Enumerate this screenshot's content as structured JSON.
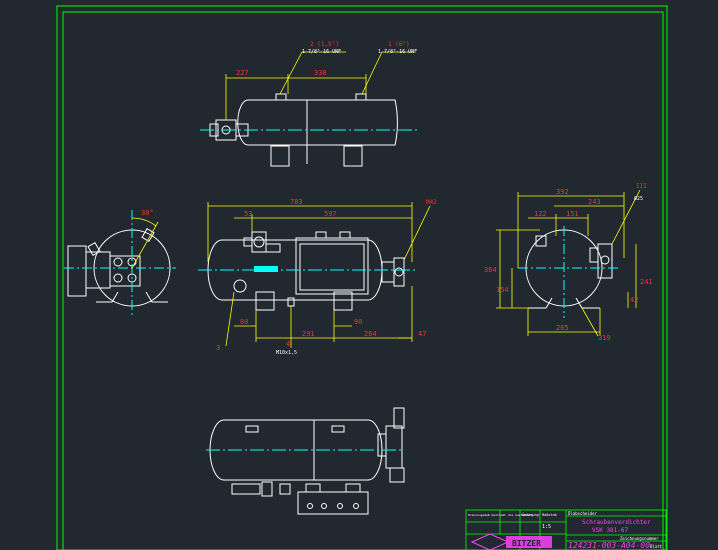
{
  "colors": {
    "background": "#212830",
    "outline": "#ffffff",
    "border": "#00ff00",
    "dimension": "#ffff00",
    "dim_text": "#ff3030",
    "centerline": "#00ffff",
    "title_text": "#ff40ff",
    "logo": "#ff40ff"
  },
  "top_view": {
    "connection_2_label": "2 (1,5\")",
    "connection_2_thread": "1 7/8\"-16 UNF",
    "connection_1_label": "1 (6\")",
    "connection_1_thread": "1 7/8\"-16 UNF",
    "dim_left": "227",
    "dim_between": "338"
  },
  "left_view": {
    "angle": "30°"
  },
  "front_view": {
    "dim_overall": "783",
    "dim_a": "53",
    "dim_b": "597",
    "dim_bottom_1": "80",
    "dim_bottom_2": "291",
    "dim_bottom_3": "90",
    "dim_bottom_4": "264",
    "dim_bottom_5": "47",
    "label_3": "3",
    "label_4": "4",
    "thread_4": "M10x1,5",
    "label_m42": "M42"
  },
  "right_view": {
    "dim_overall": "392",
    "dim_a": "243",
    "dim_b": "122",
    "dim_c": "151",
    "dim_height": "364",
    "dim_height2": "154",
    "dim_right": "241",
    "dim_right2": "42",
    "dim_bottom": "265",
    "dim_bottom2": "319",
    "dia_label": "Ø25",
    "label_top": "III"
  },
  "title_block": {
    "title_header": "Ölabscheider",
    "title_line1": "Schraubenverdichter",
    "title_line2": "VSK 381-67",
    "sub_header": "Zeichnungsnummer",
    "drawing_number": "124231-003-A04-00",
    "sheet_label": "Blatt",
    "revision_label": "Änderung",
    "scale_label": "Maßstab",
    "scale_value": "1:5",
    "company_text": "Kreuzungsmaß bestimmt die Ausführung",
    "logo_text": "BITZER"
  }
}
